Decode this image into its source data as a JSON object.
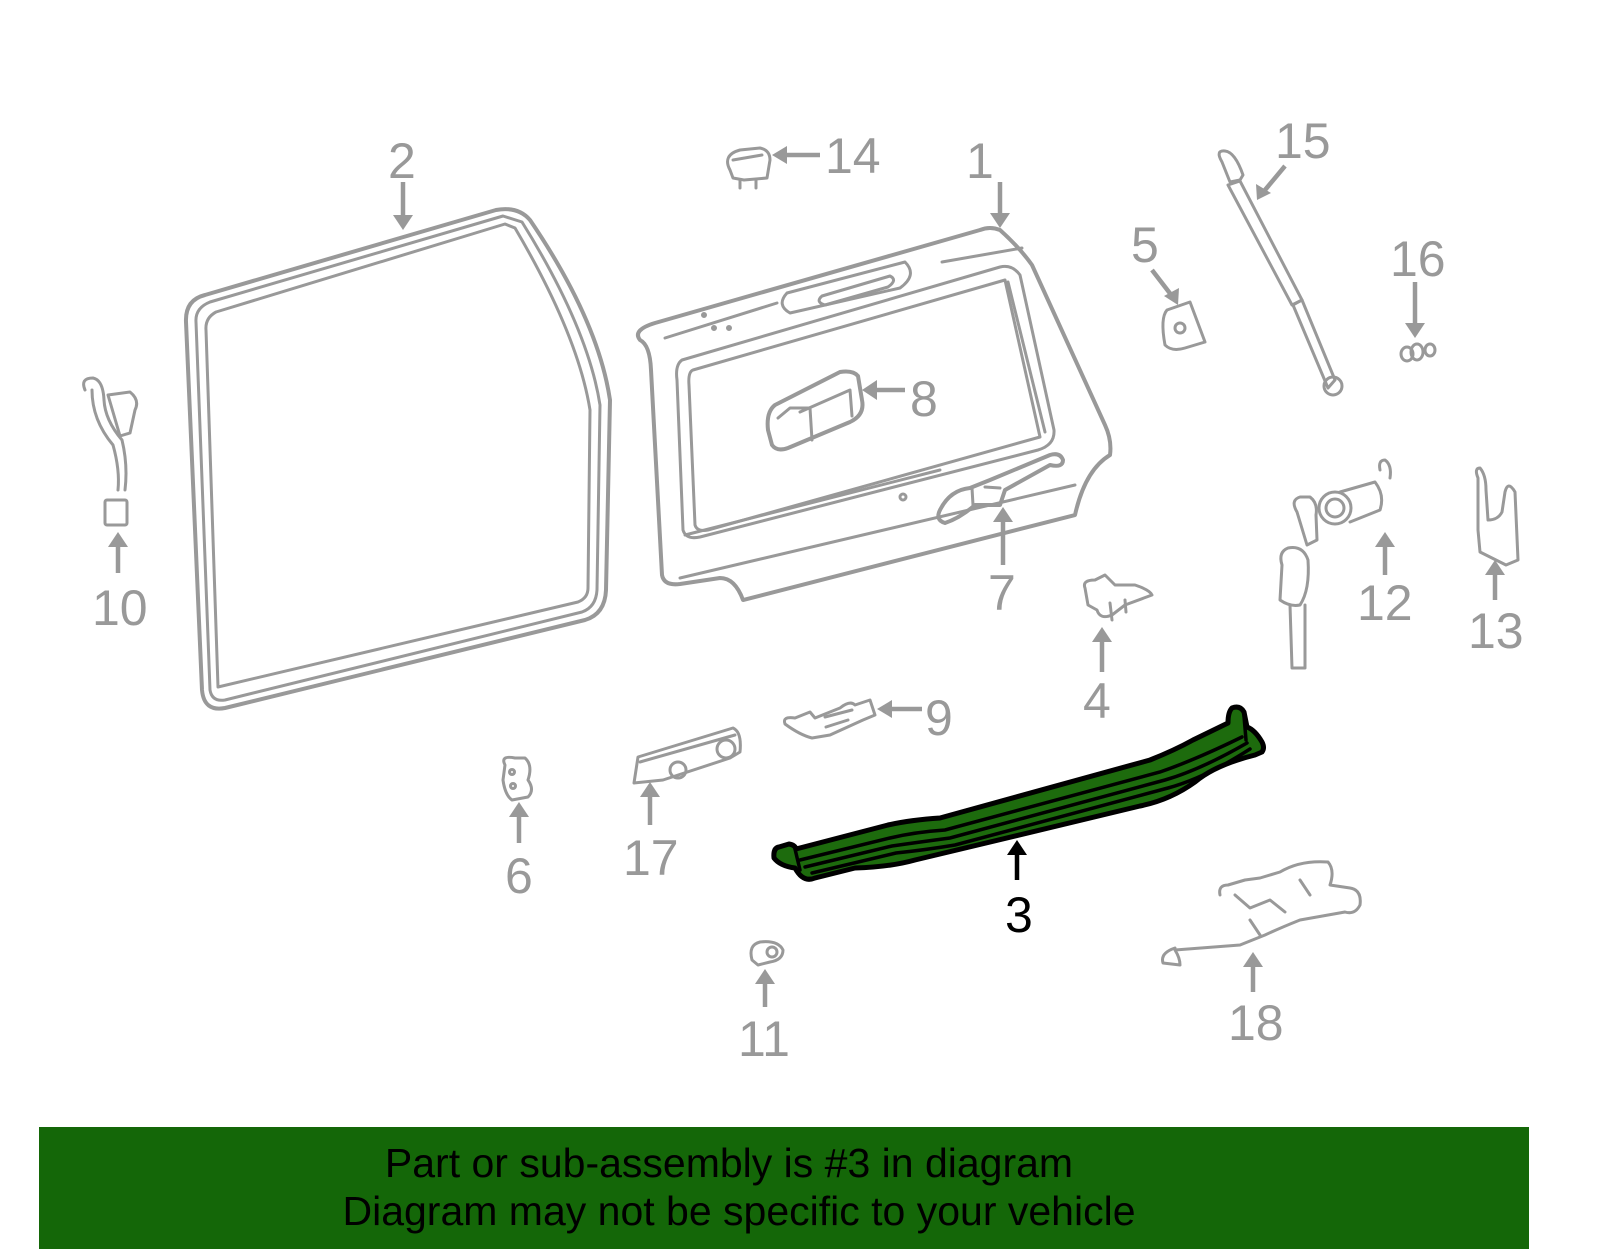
{
  "diagram": {
    "highlighted_part": "3",
    "highlight_color": "#1d6b0d",
    "line_color": "#999999",
    "callouts": [
      {
        "id": "c1",
        "label": "1",
        "part": "back door panel"
      },
      {
        "id": "c2",
        "label": "2",
        "part": "weatherstrip"
      },
      {
        "id": "c3",
        "label": "3",
        "part": "door sill / lower weatherstrip (highlighted)"
      },
      {
        "id": "c4",
        "label": "4",
        "part": "latch striker"
      },
      {
        "id": "c5",
        "label": "5",
        "part": "bumper stop"
      },
      {
        "id": "c6",
        "label": "6",
        "part": "clip"
      },
      {
        "id": "c7",
        "label": "7",
        "part": "hinge"
      },
      {
        "id": "c8",
        "label": "8",
        "part": "handle"
      },
      {
        "id": "c9",
        "label": "9",
        "part": "bracket"
      },
      {
        "id": "c10",
        "label": "10",
        "part": "switch with wire"
      },
      {
        "id": "c11",
        "label": "11",
        "part": "grommet"
      },
      {
        "id": "c12",
        "label": "12",
        "part": "lock cylinder with keys"
      },
      {
        "id": "c13",
        "label": "13",
        "part": "retainer clip"
      },
      {
        "id": "c14",
        "label": "14",
        "part": "lamp socket"
      },
      {
        "id": "c15",
        "label": "15",
        "part": "lift support strut"
      },
      {
        "id": "c16",
        "label": "16",
        "part": "ball stud"
      },
      {
        "id": "c17",
        "label": "17",
        "part": "hinge bracket"
      },
      {
        "id": "c18",
        "label": "18",
        "part": "latch assembly"
      }
    ]
  },
  "banner": {
    "line1": "Part or sub-assembly is #3 in diagram",
    "line2": "Diagram may not be specific to your vehicle",
    "background": "#146708"
  }
}
